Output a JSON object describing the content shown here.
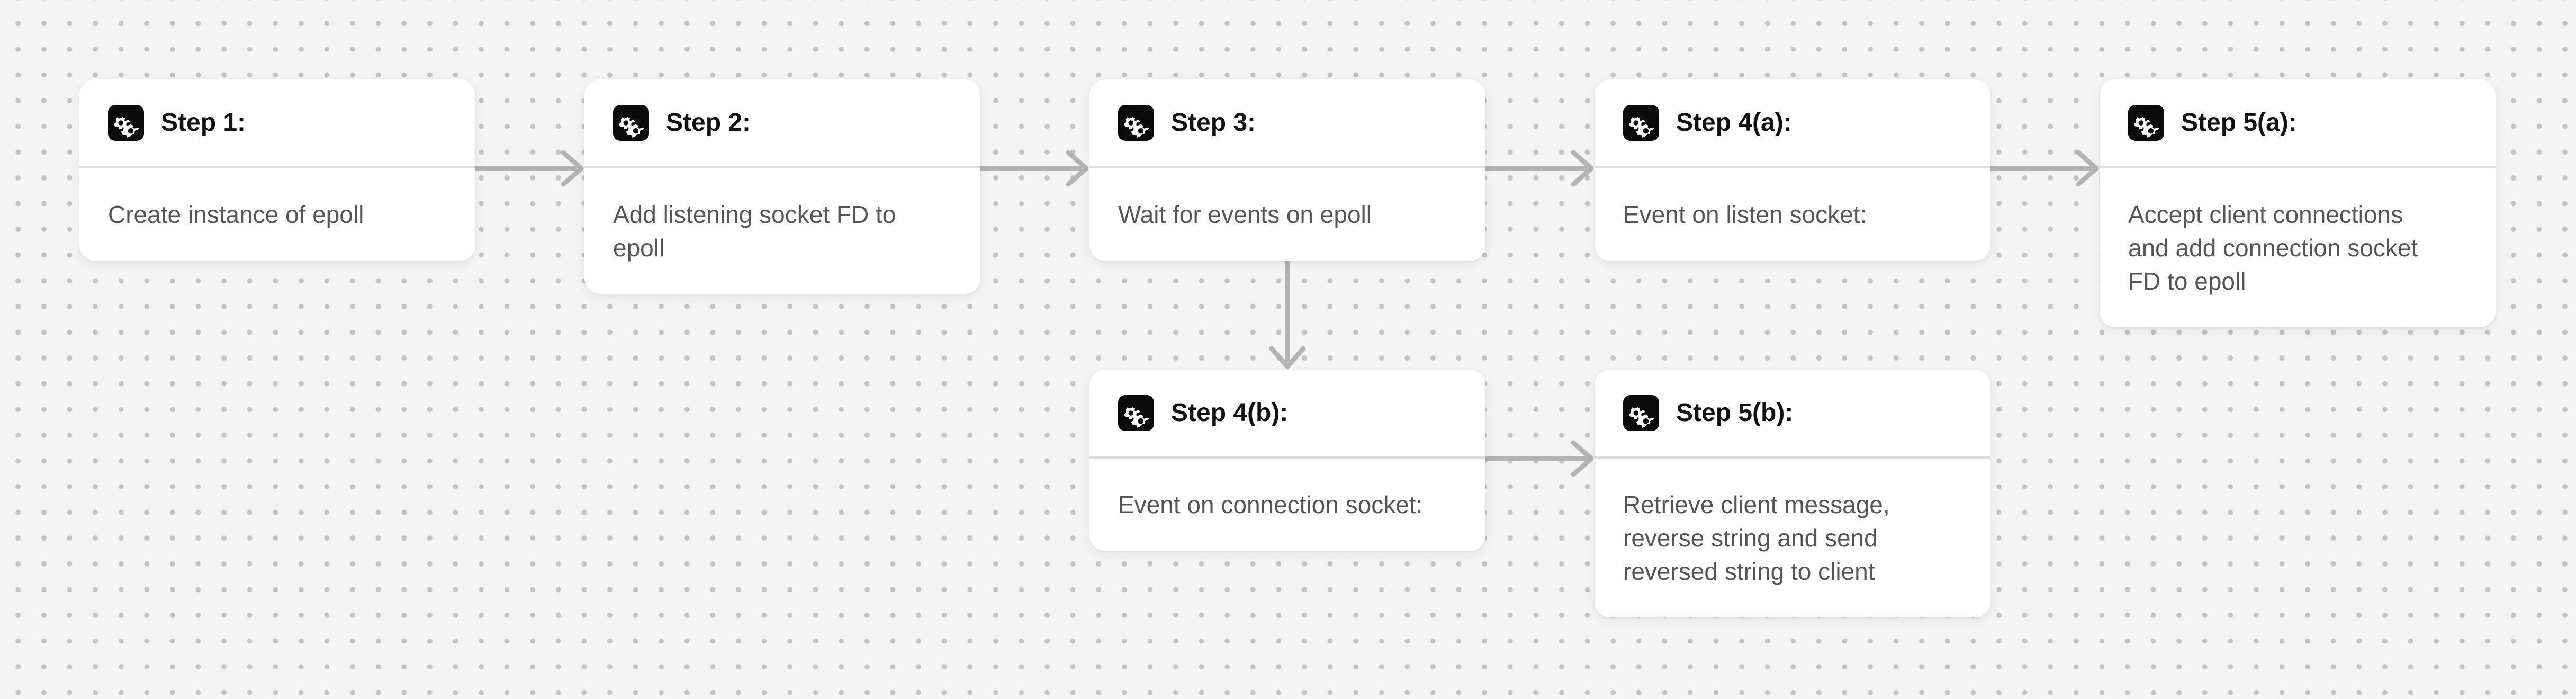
{
  "diagram": {
    "type": "flowchart",
    "icon": "gears-icon",
    "colors": {
      "background": "#f4f4f4",
      "grid_dot": "#c2c2c2",
      "card": "#ffffff",
      "icon_badge": "#0b0b0b",
      "connector": "#b3b3b3",
      "title_text": "#111111",
      "body_text": "#555555"
    },
    "nodes": [
      {
        "id": "step1",
        "title": "Step 1:",
        "lines": [
          "Create instance of epoll"
        ]
      },
      {
        "id": "step2",
        "title": "Step 2:",
        "lines": [
          "Add listening socket FD to",
          "epoll"
        ]
      },
      {
        "id": "step3",
        "title": "Step 3:",
        "lines": [
          "Wait for events on epoll"
        ]
      },
      {
        "id": "step4a",
        "title": "Step 4(a):",
        "lines": [
          "Event on listen socket:"
        ]
      },
      {
        "id": "step5a",
        "title": "Step 5(a):",
        "lines": [
          "Accept client connections",
          "and add connection socket",
          "FD to epoll"
        ]
      },
      {
        "id": "step4b",
        "title": "Step 4(b):",
        "lines": [
          "Event on connection socket:"
        ]
      },
      {
        "id": "step5b",
        "title": "Step 5(b):",
        "lines": [
          "Retrieve client message,",
          "reverse string and send",
          "reversed string to client"
        ]
      }
    ],
    "edges": [
      {
        "from": "step1",
        "to": "step2"
      },
      {
        "from": "step2",
        "to": "step3"
      },
      {
        "from": "step3",
        "to": "step4a"
      },
      {
        "from": "step4a",
        "to": "step5a"
      },
      {
        "from": "step3",
        "to": "step4b"
      },
      {
        "from": "step4b",
        "to": "step5b"
      }
    ]
  }
}
